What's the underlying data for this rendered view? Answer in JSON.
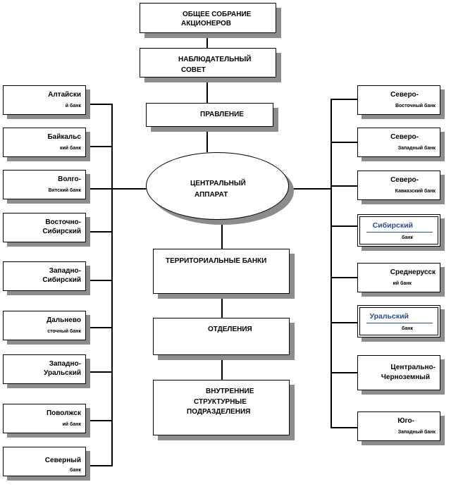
{
  "top": {
    "shareholders": [
      "ОБЩЕЕ СОБРАНИЕ",
      "АКЦИОНЕРОВ"
    ],
    "supervisory": [
      "НАБЛЮДАТЕЛЬНЫЙ",
      "СОВЕТ"
    ],
    "board": "ПРАВЛЕНИЕ",
    "central": [
      "ЦЕНТРАЛЬНЫЙ",
      "АППАРАТ"
    ],
    "territorial": "ТЕРРИТОРИАЛЬНЫЕ  БАНКИ",
    "branches": "ОТДЕЛЕНИЯ",
    "internal": [
      "ВНУТРЕННИЕ",
      "СТРУКТУРНЫЕ",
      "ПОДРАЗДЕЛЕНИЯ"
    ]
  },
  "left_banks": [
    {
      "l1": "Алтайски",
      "l2": "й банк"
    },
    {
      "l1": "Байкальс",
      "l2": "кий банк"
    },
    {
      "l1": "Волго-",
      "l2": "Вятский банк"
    },
    {
      "l1": "Восточно-",
      "l2": "Сибирский"
    },
    {
      "l1": "Западно-",
      "l2": "Сибирский"
    },
    {
      "l1": "Дальнево",
      "l2": "сточный банк"
    },
    {
      "l1": "Западно-",
      "l2": "Уральский"
    },
    {
      "l1": "Поволжск",
      "l2": "ий банк"
    },
    {
      "l1": "Северный",
      "l2": "банк"
    }
  ],
  "right_banks": [
    {
      "l1": "Северо-",
      "l2": "Восточный банк"
    },
    {
      "l1": "Северо-",
      "l2": "Западный банк"
    },
    {
      "l1": "Северо-",
      "l2": "Кавказский банк"
    },
    {
      "l1": "Сибирский",
      "l2": "банк"
    },
    {
      "l1": "Среднерусск",
      "l2": "ий банк"
    },
    {
      "l1": "Уральский",
      "l2": "банк"
    },
    {
      "l1": "Центрально-",
      "l2": "Черноземный"
    },
    {
      "l1": "Юго-",
      "l2": "Западный банк"
    }
  ]
}
